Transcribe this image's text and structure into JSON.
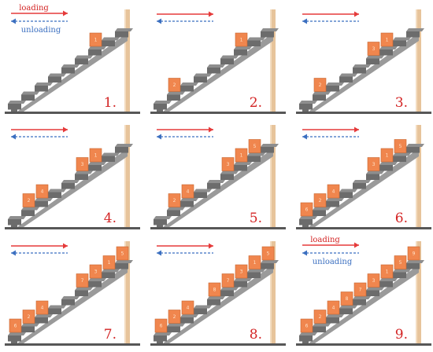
{
  "legend": {
    "loading_label": "loading",
    "unloading_label": "unloading"
  },
  "colors": {
    "loading_arrow": "#e53a3a",
    "unloading_arrow": "#3b6fc0",
    "panel_number": "#d32424",
    "box_fill": "#f0864e",
    "box_edge": "#c9662f",
    "stair_top": "#8e8e8e",
    "stair_front": "#6c6c6c",
    "stringer": "#9a9a9a",
    "post": "#e7c49b",
    "ground": "#575757"
  },
  "panels": [
    {
      "label": "1.",
      "legend": "full",
      "boxes": [
        {
          "step": 6,
          "num": "1"
        }
      ]
    },
    {
      "label": "2.",
      "legend": "arrows",
      "boxes": [
        {
          "step": 6,
          "num": "1"
        },
        {
          "step": 1,
          "num": "2"
        }
      ]
    },
    {
      "label": "3.",
      "legend": "arrows",
      "boxes": [
        {
          "step": 5,
          "num": "3"
        },
        {
          "step": 6,
          "num": "1"
        },
        {
          "step": 1,
          "num": "2"
        }
      ]
    },
    {
      "label": "4.",
      "legend": "arrows",
      "boxes": [
        {
          "step": 6,
          "num": "1"
        },
        {
          "step": 5,
          "num": "3"
        },
        {
          "step": 2,
          "num": "4"
        },
        {
          "step": 1,
          "num": "2"
        }
      ]
    },
    {
      "label": "5.",
      "legend": "arrows",
      "boxes": [
        {
          "step": 7,
          "num": "5"
        },
        {
          "step": 6,
          "num": "1"
        },
        {
          "step": 5,
          "num": "3"
        },
        {
          "step": 2,
          "num": "4"
        },
        {
          "step": 1,
          "num": "2"
        }
      ]
    },
    {
      "label": "6.",
      "legend": "arrows",
      "boxes": [
        {
          "step": 7,
          "num": "5"
        },
        {
          "step": 6,
          "num": "1"
        },
        {
          "step": 5,
          "num": "3"
        },
        {
          "step": 2,
          "num": "4"
        },
        {
          "step": 1,
          "num": "2"
        },
        {
          "step": 0,
          "num": "6"
        }
      ]
    },
    {
      "label": "7.",
      "legend": "load-only",
      "boxes": [
        {
          "step": 8,
          "num": "5"
        },
        {
          "step": 7,
          "num": "1"
        },
        {
          "step": 6,
          "num": "3"
        },
        {
          "step": 5,
          "num": "7"
        },
        {
          "step": 2,
          "num": "4"
        },
        {
          "step": 1,
          "num": "2"
        },
        {
          "step": 0,
          "num": "6"
        }
      ]
    },
    {
      "label": "8.",
      "legend": "load-only",
      "boxes": [
        {
          "step": 8,
          "num": "5"
        },
        {
          "step": 7,
          "num": "1"
        },
        {
          "step": 6,
          "num": "3"
        },
        {
          "step": 5,
          "num": "7"
        },
        {
          "step": 4,
          "num": "8"
        },
        {
          "step": 2,
          "num": "4"
        },
        {
          "step": 1,
          "num": "2"
        },
        {
          "step": 0,
          "num": "6"
        }
      ]
    },
    {
      "label": "9.",
      "legend": "full",
      "boxes": [
        {
          "step": 8,
          "num": "9"
        },
        {
          "step": 7,
          "num": "5"
        },
        {
          "step": 6,
          "num": "1"
        },
        {
          "step": 5,
          "num": "3"
        },
        {
          "step": 4,
          "num": "7"
        },
        {
          "step": 3,
          "num": "8"
        },
        {
          "step": 2,
          "num": "4"
        },
        {
          "step": 1,
          "num": "2"
        },
        {
          "step": 0,
          "num": "6"
        }
      ]
    }
  ]
}
